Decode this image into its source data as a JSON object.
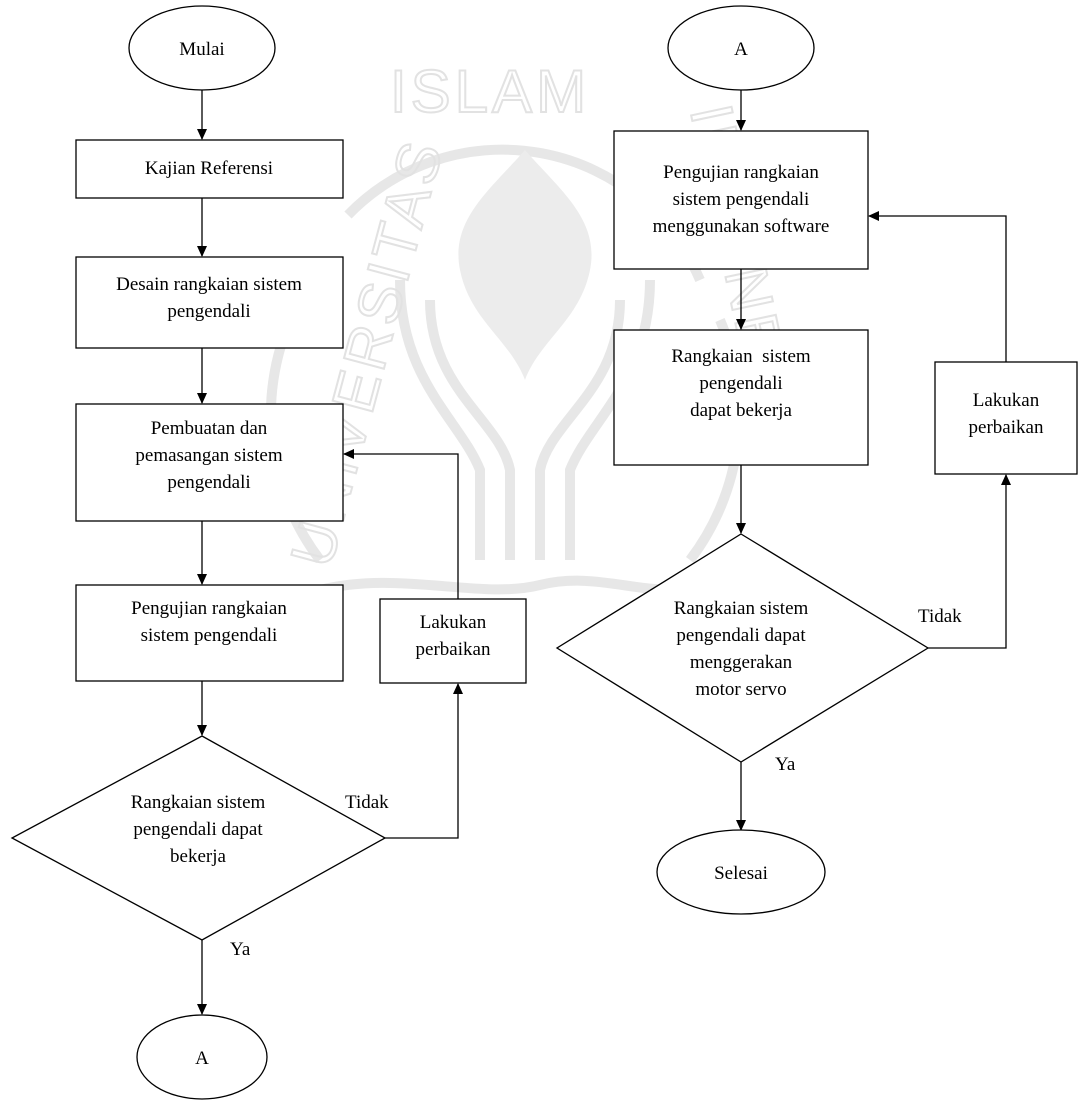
{
  "watermark": {
    "top_text": "ISLAM",
    "left_text": "UNIVERSITAS",
    "right_text": "INDONESIA"
  },
  "left_flow": {
    "start": "Mulai",
    "step1": "Kajian Referensi",
    "step2": [
      "Desain rangkaian sistem",
      "pengendali"
    ],
    "step3": [
      "Pembuatan dan",
      "pemasangan sistem",
      "pengendali"
    ],
    "step4": [
      "Pengujian rangkaian",
      "sistem pengendali"
    ],
    "decision": [
      "Rangkaian sistem",
      "pengendali dapat",
      "bekerja"
    ],
    "fix": [
      "Lakukan",
      "perbaikan"
    ],
    "no_label": "Tidak",
    "yes_label": "Ya",
    "connector": "A"
  },
  "right_flow": {
    "connector": "A",
    "step1": [
      "Pengujian rangkaian",
      "sistem pengendali",
      "menggunakan software"
    ],
    "step2": [
      "Rangkaian  sistem",
      "pengendali",
      "dapat bekerja"
    ],
    "decision": [
      "Rangkaian sistem",
      "pengendali dapat",
      "menggerakan",
      "motor servo"
    ],
    "fix": [
      "Lakukan",
      "perbaikan"
    ],
    "no_label": "Tidak",
    "yes_label": "Ya",
    "end": "Selesai"
  }
}
